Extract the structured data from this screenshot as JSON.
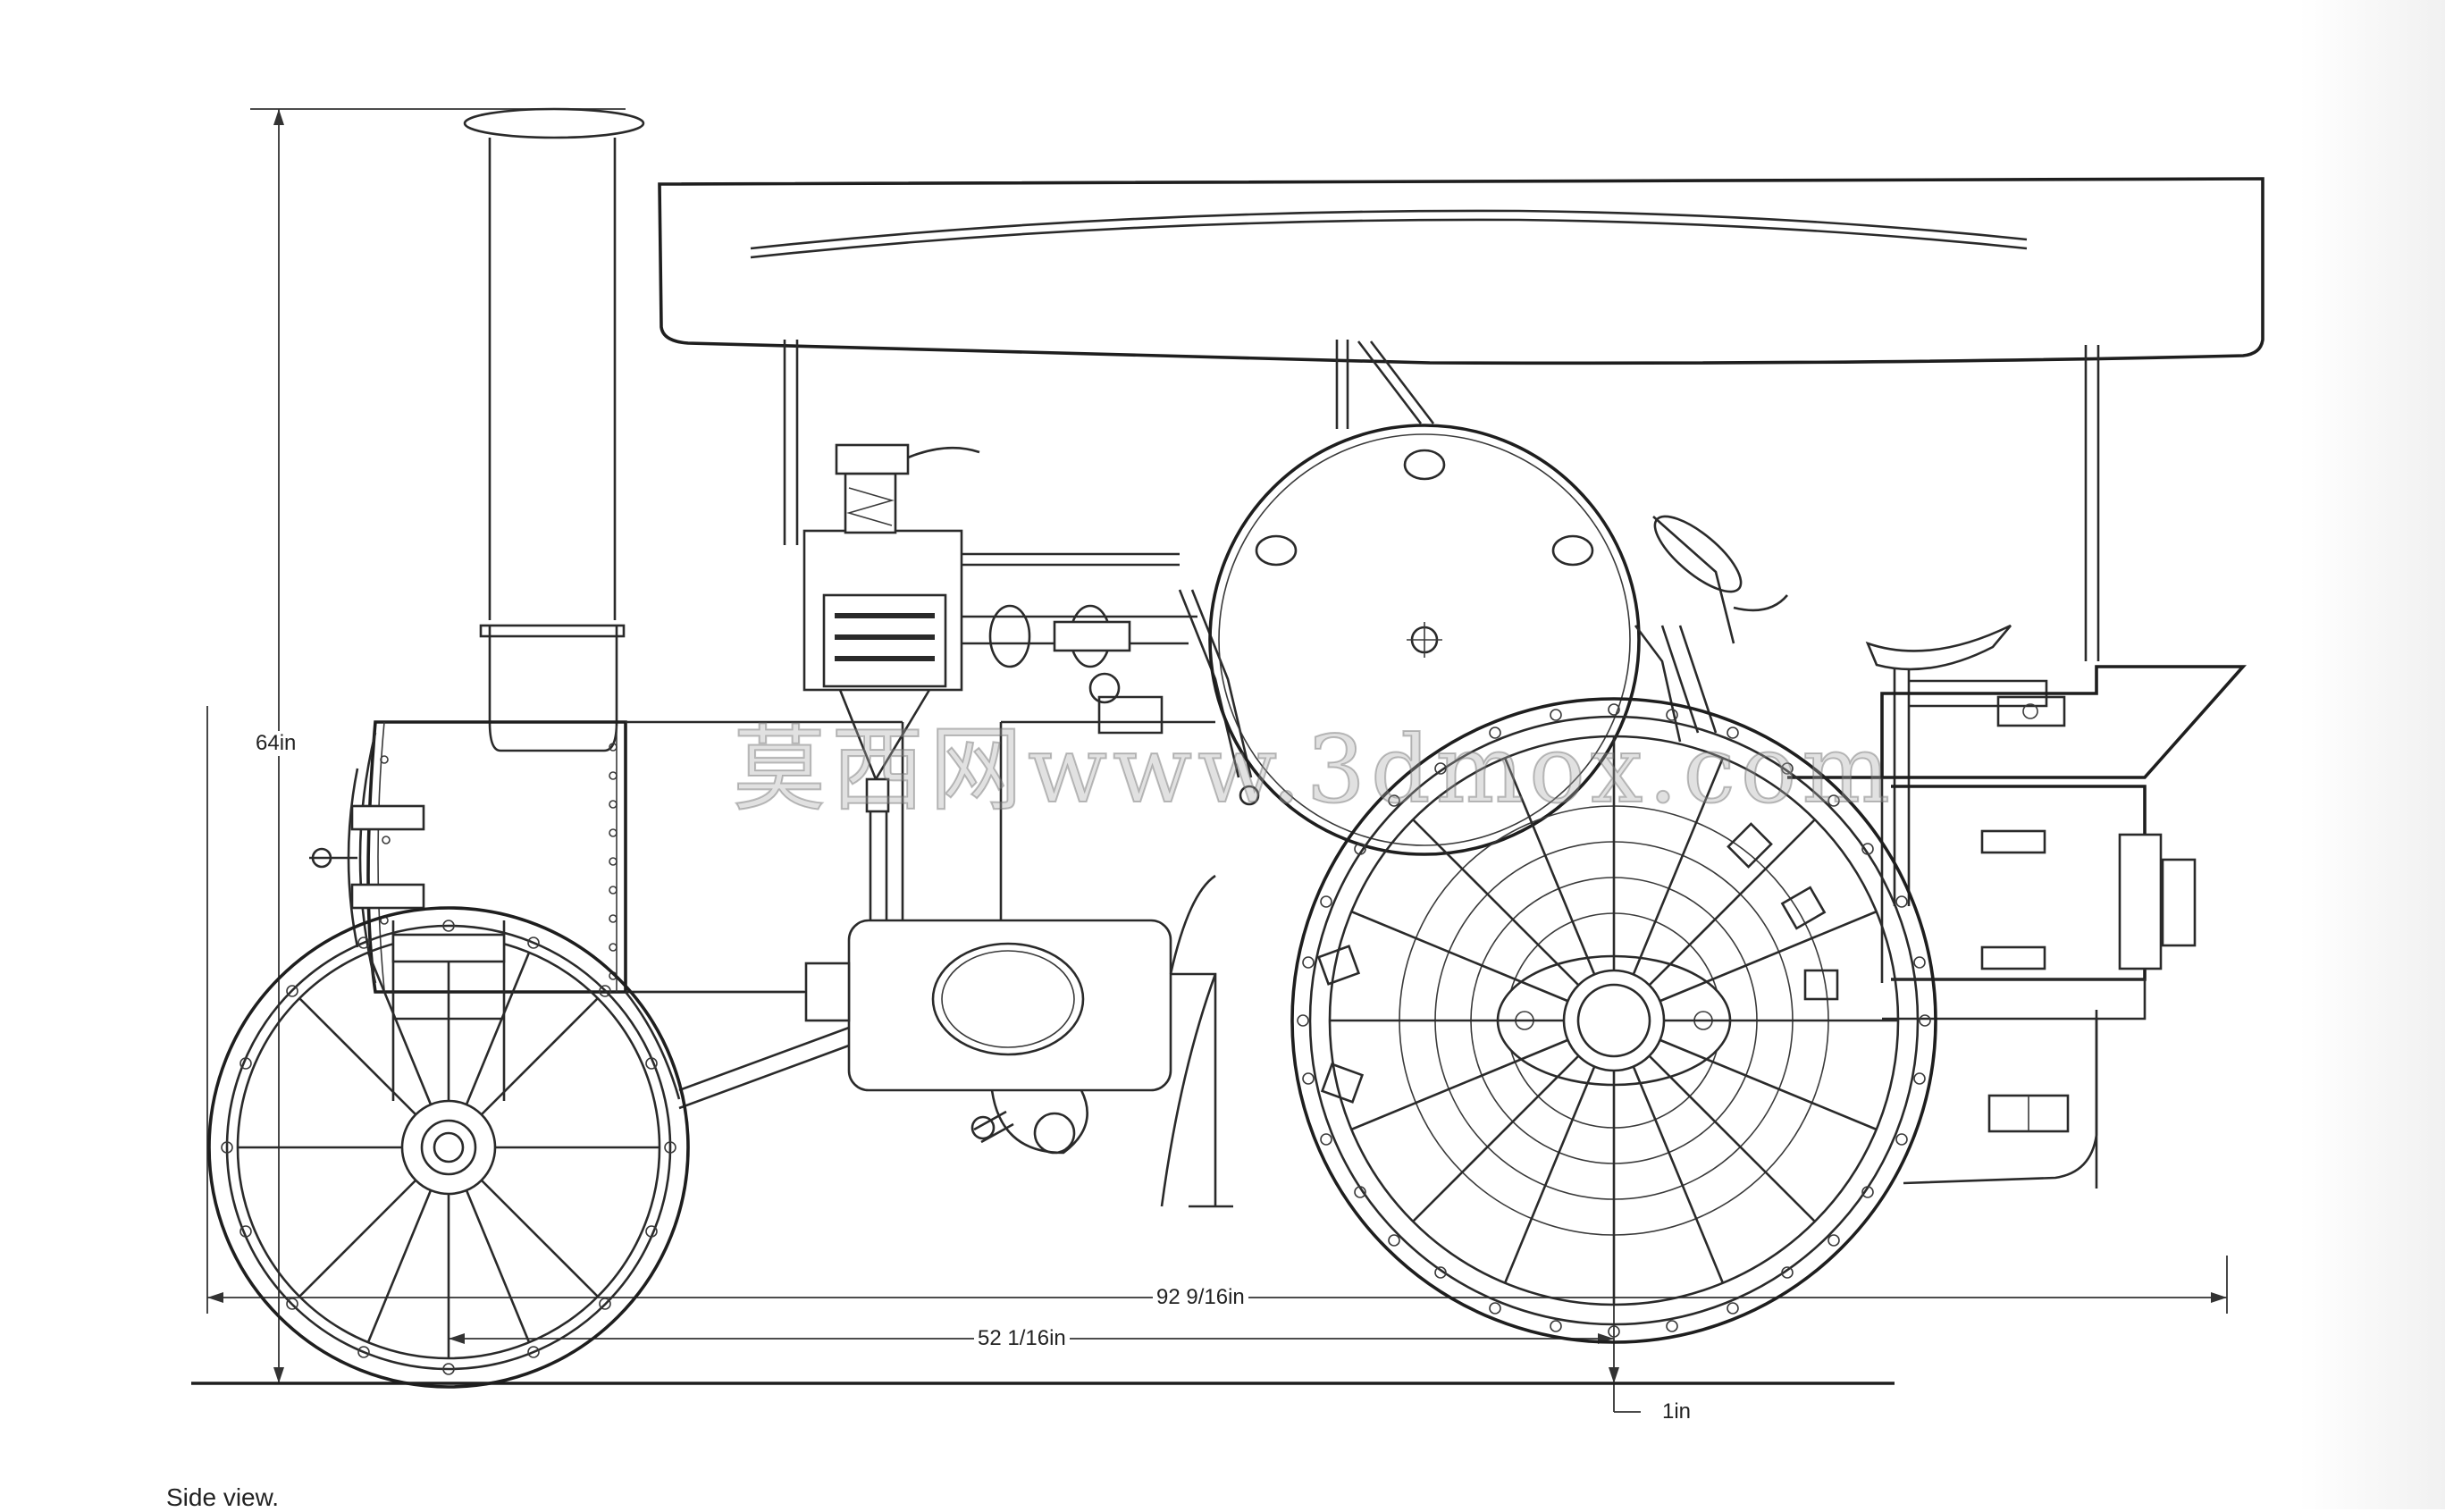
{
  "dimensions": {
    "overall_height": "64in",
    "overall_length": "92 9/16in",
    "wheelbase": "52 1/16in",
    "ground_clearance": "1in"
  },
  "caption": "Side view.",
  "watermark": "莫西网www.3dmox.com",
  "icons": {
    "steam_engine": "traction-engine-drawing-icon"
  },
  "colors": {
    "line": "#2a2a2a",
    "background": "#ffffff"
  }
}
